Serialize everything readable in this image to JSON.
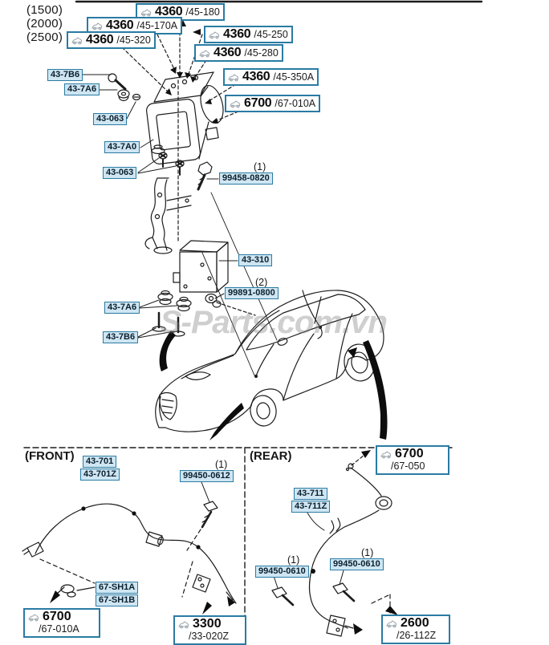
{
  "watermark": "S-Parts.com.vn",
  "engine_variants": {
    "v1500": "(1500)",
    "v2000": "(2000)",
    "v2500": "(2500)"
  },
  "icons": {
    "part_box_icon": "car-thumbnail-icon"
  },
  "colors": {
    "label_border": "#2a7ba3",
    "small_label_bg": "#cfe6f2",
    "line_art": "#1c1c1c",
    "watermark_grey": "#828282"
  },
  "main": {
    "boxes": {
      "b45_180": {
        "code": "4360",
        "suffix": "/45-180"
      },
      "b45_170a": {
        "code": "4360",
        "suffix": "/45-170A"
      },
      "b45_320": {
        "code": "4360",
        "suffix": "/45-320"
      },
      "b45_250": {
        "code": "4360",
        "suffix": "/45-250"
      },
      "b45_280": {
        "code": "4360",
        "suffix": "/45-280"
      },
      "b45_350a": {
        "code": "4360",
        "suffix": "/45-350A"
      },
      "b67_010a": {
        "code": "6700",
        "suffix": "/67-010A"
      }
    },
    "labels": {
      "l43_7b6_top": "43-7B6",
      "l43_7a6_top": "43-7A6",
      "l43_063_a": "43-063",
      "l43_7a0": "43-7A0",
      "l43_063_b": "43-063",
      "l99458_qty": "(1)",
      "l99458": "99458-0820",
      "l43_310": "43-310",
      "l99891_qty": "(2)",
      "l99891": "99891-0800",
      "l43_7a6_bot": "43-7A6",
      "l43_7b6_bot": "43-7B6"
    }
  },
  "front": {
    "title": "(FRONT)",
    "labels": {
      "l43_701": "43-701",
      "l43_701z": "43-701Z",
      "l99450_0612_qty": "(1)",
      "l99450_0612": "99450-0612",
      "l67_sh1a": "67-SH1A",
      "l67_sh1b": "67-SH1B"
    },
    "boxes": {
      "b67_010a": {
        "code": "6700",
        "suffix": "/67-010A"
      },
      "b33_020z": {
        "code": "3300",
        "suffix": "/33-020Z"
      }
    }
  },
  "rear": {
    "title": "(REAR)",
    "labels": {
      "l43_711": "43-711",
      "l43_711z": "43-711Z",
      "l99450_0610_a_qty": "(1)",
      "l99450_0610_a": "99450-0610",
      "l99450_0610_b_qty": "(1)",
      "l99450_0610_b": "99450-0610"
    },
    "boxes": {
      "b67_050": {
        "code": "6700",
        "suffix": "/67-050"
      },
      "b26_112z": {
        "code": "2600",
        "suffix": "/26-112Z"
      }
    }
  }
}
